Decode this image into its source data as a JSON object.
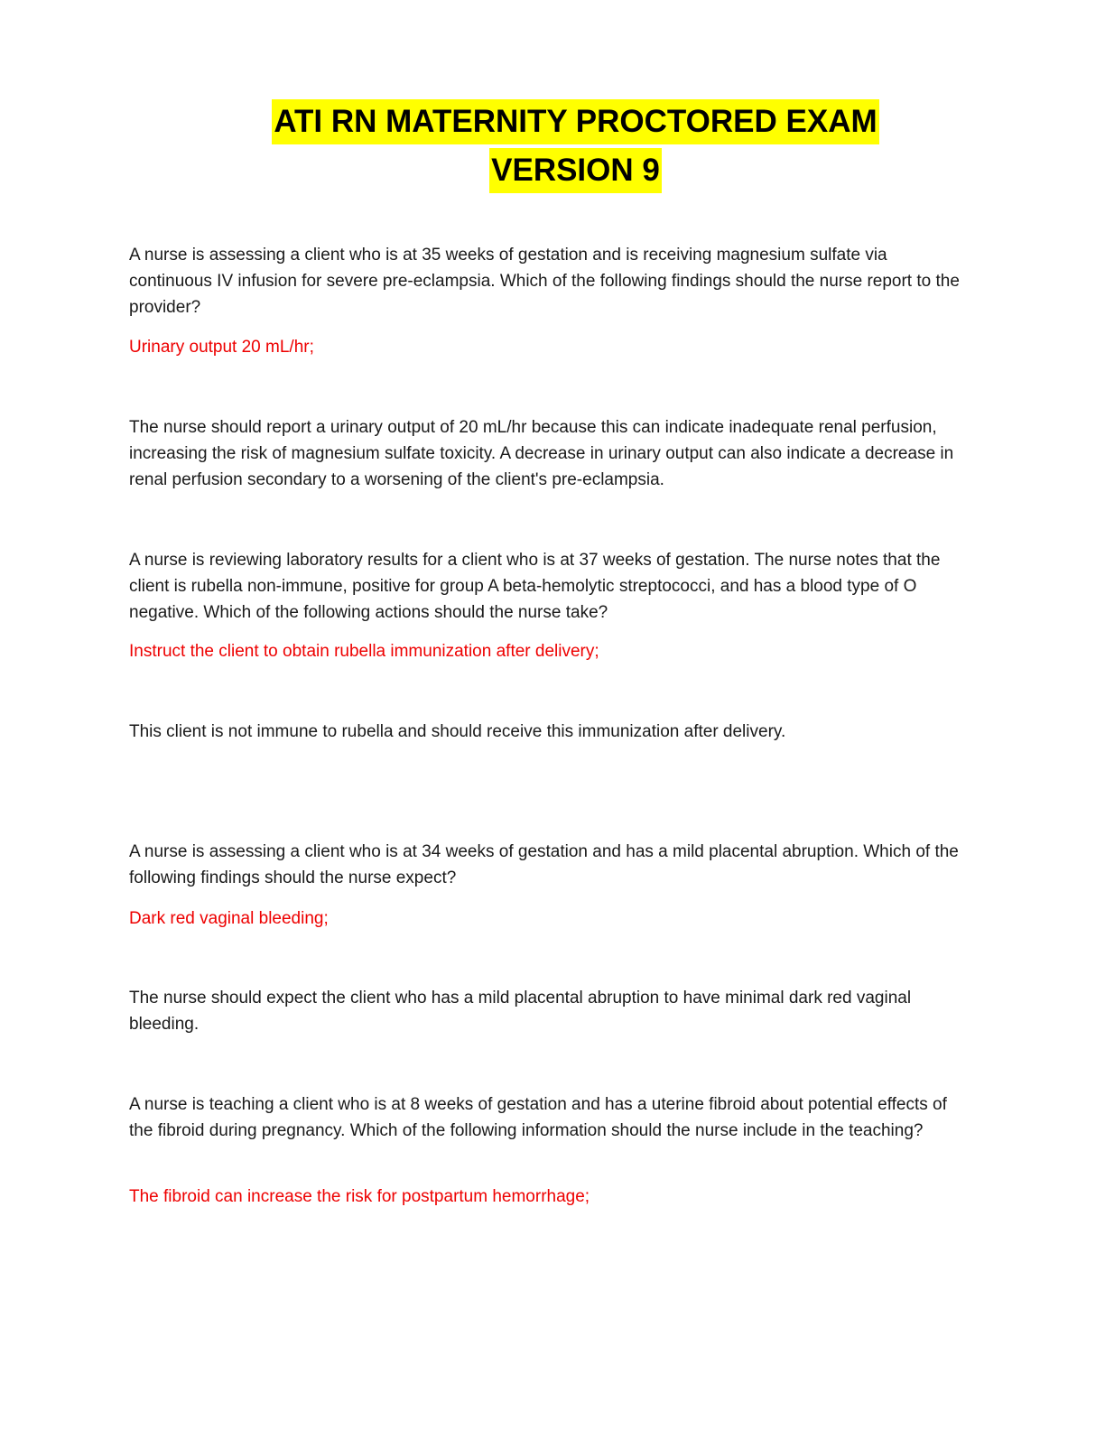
{
  "title": {
    "line1": "ATI RN MATERNITY PROCTORED EXAM",
    "line2": "VERSION 9"
  },
  "items": [
    {
      "question": "A nurse is assessing a client who is at 35 weeks of gestation and is receiving magnesium sulfate via continuous IV infusion for severe pre-eclampsia. Which of the following findings should the nurse report to the provider?",
      "answer": "Urinary output 20 mL/hr;",
      "explanation": "The nurse should report a urinary output of 20 mL/hr because this can indicate inadequate renal perfusion, increasing the risk of magnesium sulfate toxicity. A decrease in urinary output can also indicate a decrease in renal perfusion secondary to a worsening of the client's pre-eclampsia."
    },
    {
      "question": "A nurse is reviewing laboratory results for a client who is at 37 weeks of gestation. The nurse notes that the client is rubella non-immune, positive for group A beta-hemolytic streptococci, and has a blood type of O negative. Which of the following actions should the nurse take?",
      "answer": "Instruct the client to obtain rubella immunization after delivery;",
      "explanation": "This client is not immune to rubella and should receive this immunization after delivery."
    },
    {
      "question": "A nurse is assessing a client who is at 34 weeks of gestation and has a mild placental abruption. Which of the following findings should the nurse expect?",
      "answer": "Dark red vaginal bleeding;",
      "explanation": "The nurse should expect the client who has a mild placental abruption to have minimal dark red vaginal bleeding."
    },
    {
      "question": "A nurse is teaching a client who is at 8 weeks of gestation and has a uterine fibroid about potential effects of the fibroid during pregnancy. Which of the following information should the nurse include in the teaching?",
      "answer": "The fibroid can increase the risk for postpartum hemorrhage;"
    }
  ]
}
